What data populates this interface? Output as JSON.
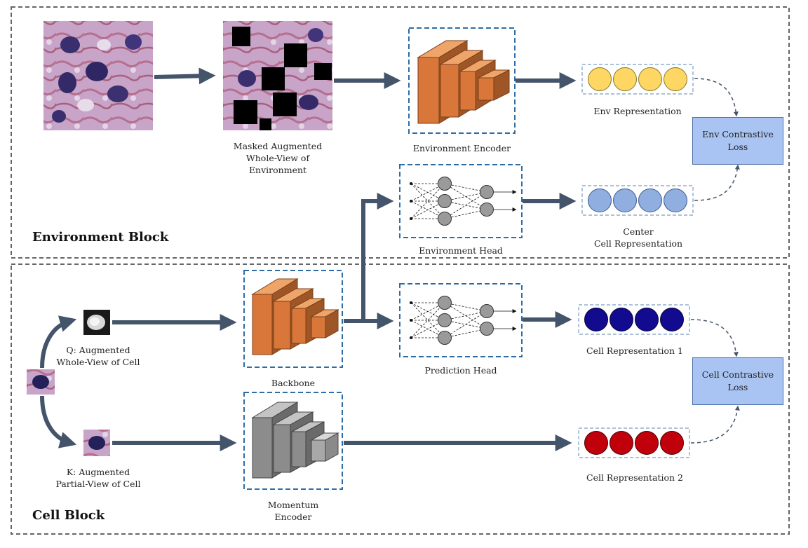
{
  "blocks": {
    "environment": "Environment Block",
    "cell": "Cell Block"
  },
  "labels": {
    "masked_env": "Masked Augmented\nWhole-View of\nEnvironment",
    "env_encoder": "Environment Encoder",
    "env_rep": "Env Representation",
    "env_head": "Environment Head",
    "center_rep": "Center\nCell Representation",
    "q_view": "Q: Augmented\nWhole-View of Cell",
    "k_view": "K: Augmented\nPartial-View of Cell",
    "backbone": "Backbone",
    "momentum_encoder": "Momentum\nEncoder",
    "prediction_head": "Prediction Head",
    "cell_rep_1": "Cell Representation 1",
    "cell_rep_2": "Cell Representation 2"
  },
  "losses": {
    "env": "Env Contrastive\nLoss",
    "cell": "Cell Contrastive\nLoss"
  },
  "colors": {
    "env_rep": "#fdd663",
    "center_rep": "#90aee0",
    "cell_rep_1": "#120a8f",
    "cell_rep_2": "#c0000a",
    "encoder_orange": "#d9773a",
    "encoder_gray": "#8c8c8c",
    "arrow": "#44546a",
    "box_border": "#2e6da4",
    "loss_fill": "#a9c4f2"
  }
}
